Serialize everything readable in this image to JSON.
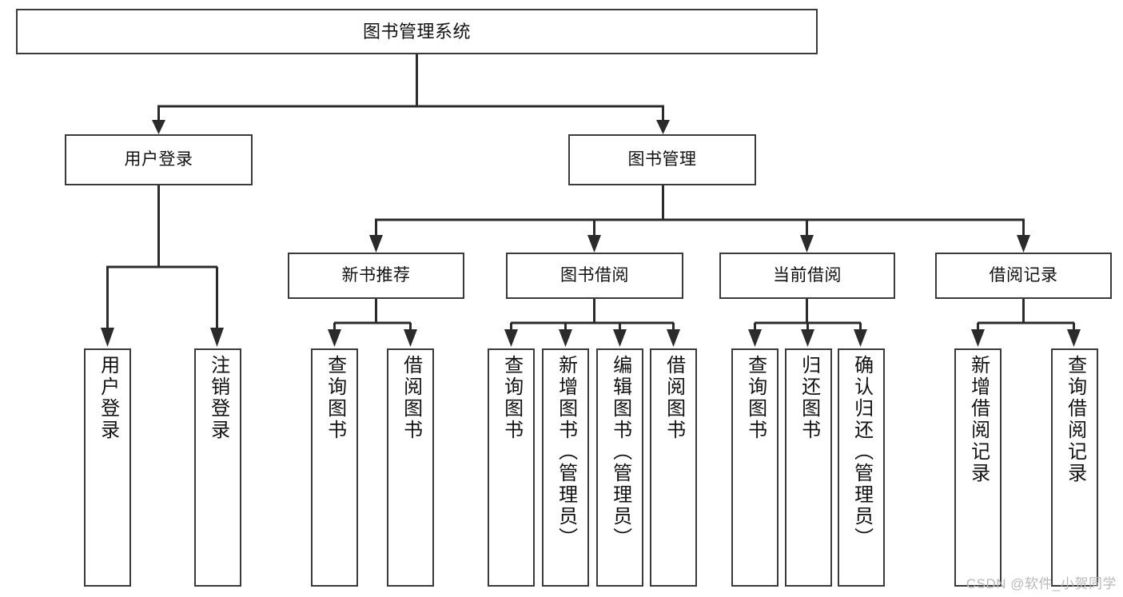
{
  "diagram": {
    "title": "图书管理系统",
    "type": "tree",
    "watermark": "CSDN @软件_小贺同学",
    "colors": {
      "box_border": "#3a3a3a",
      "connector": "#2b2b2b",
      "background": "#ffffff",
      "watermark": "#b9b9b9"
    },
    "root": {
      "label": "图书管理系统"
    },
    "level1": [
      {
        "label": "用户登录"
      },
      {
        "label": "图书管理"
      }
    ],
    "level2": [
      {
        "label": "新书推荐"
      },
      {
        "label": "图书借阅"
      },
      {
        "label": "当前借阅"
      },
      {
        "label": "借阅记录"
      }
    ],
    "leaves": {
      "user_login": [
        {
          "label": "用户登录"
        },
        {
          "label": "注销登录"
        }
      ],
      "new_book_recommend": [
        {
          "label": "查询图书"
        },
        {
          "label": "借阅图书"
        }
      ],
      "book_borrow": [
        {
          "label": "查询图书"
        },
        {
          "label": "新增图书（管理员）"
        },
        {
          "label": "编辑图书（管理员）"
        },
        {
          "label": "借阅图书"
        }
      ],
      "current_borrow": [
        {
          "label": "查询图书"
        },
        {
          "label": "归还图书"
        },
        {
          "label": "确认归还（管理员）"
        }
      ],
      "borrow_record": [
        {
          "label": "新增借阅记录"
        },
        {
          "label": "查询借阅记录"
        }
      ]
    }
  }
}
